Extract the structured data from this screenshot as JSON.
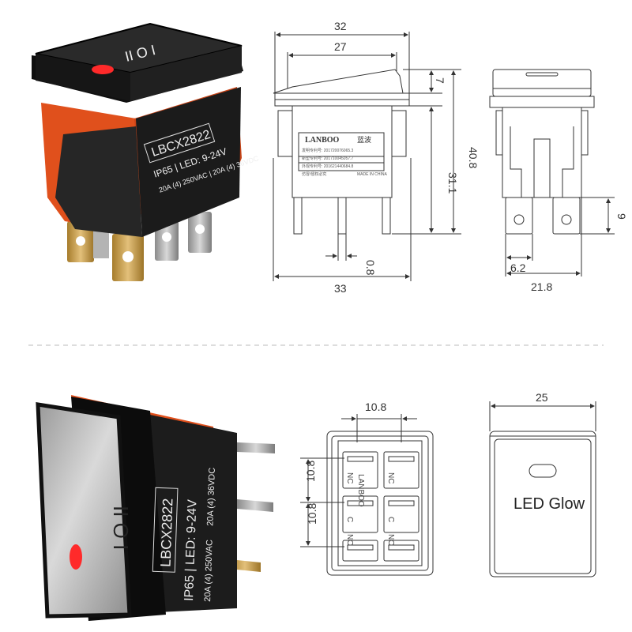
{
  "product": {
    "model": "LBCX2822",
    "brand": "LANBOO",
    "brand_cn": "蓝波",
    "rating_line1": "IP65 | LED: 9-24V",
    "rating_line2": "20A (4) 250VAC | 20A (4) 36VDC",
    "rating_ac": "20A (4) 250VAC",
    "rating_dc": "20A (4) 36VDC",
    "rocker_symbols": "II O I"
  },
  "label_lines": [
    "发明专利号: 201720076065.3",
    "新型专利号: 201710045057.7",
    "外观专利号: 201621440684.8"
  ],
  "label_footer_left": "仿冒/侵权必究",
  "label_footer_right": "MADE IN CHINA",
  "dimensions": {
    "width_top": "32",
    "width_rocker": "27",
    "rocker_height": "7",
    "total_height": "40.8",
    "body_height": "31.1",
    "pin_thickness": "0.8",
    "width_bottom": "33",
    "pin_spacing": "6.2",
    "side_width": "21.8",
    "pin_height": "9",
    "pin_pitch_h": "10.8",
    "pin_pitch_v1": "10.8",
    "pin_pitch_v2": "10.8",
    "face_width": "25"
  },
  "terminals": {
    "nc_left": "NC",
    "nc_right": "NC",
    "c_left": "C",
    "c_right": "C",
    "no_left": "NO",
    "no_right": "NO",
    "brand_mark": "LANBOO"
  },
  "led_label": "LED Glow",
  "colors": {
    "body_orange": "#e0501c",
    "housing": "#222222",
    "metal": "#a6a6a6",
    "led": "#ff2a2a",
    "line": "#333333"
  }
}
